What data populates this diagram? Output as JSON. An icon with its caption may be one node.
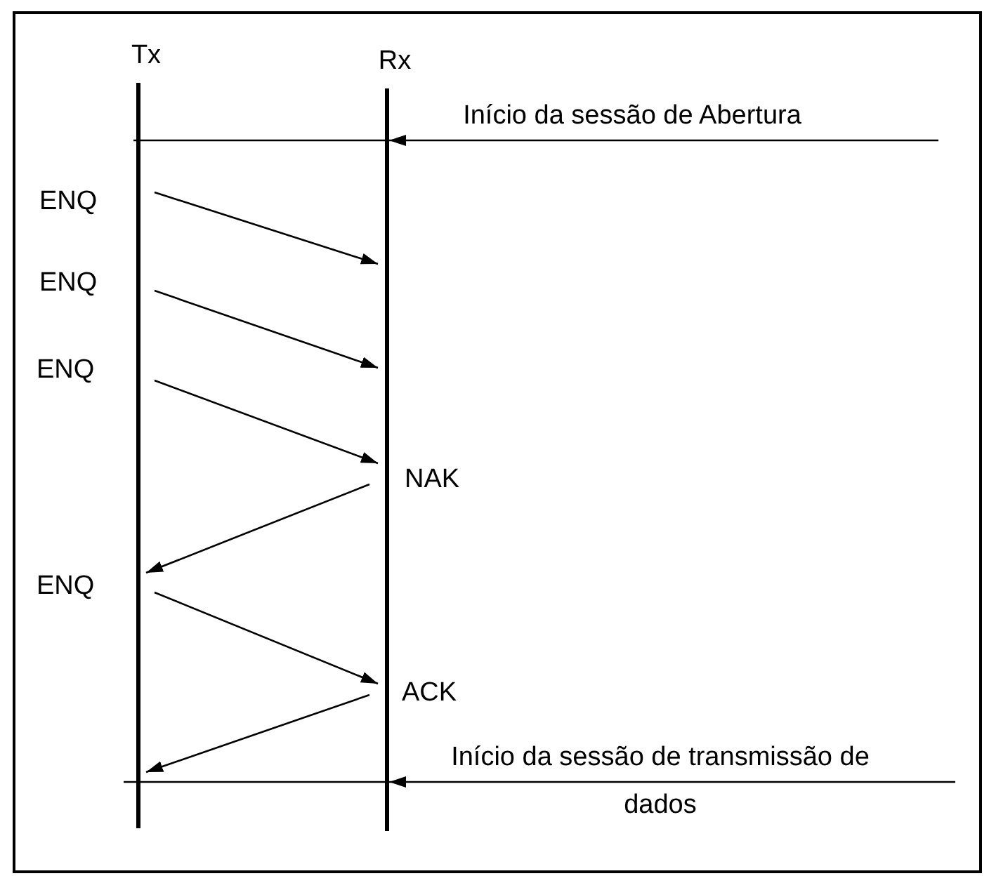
{
  "diagram": {
    "nodes": [
      {
        "text": [
          "Tx"
        ]
      },
      {
        "text": [
          "Rx"
        ]
      }
    ],
    "edges": [
      {
        "from": null,
        "to": 1,
        "arrow": "to",
        "label": "Início da sessão de Abertura"
      },
      {
        "from": 0,
        "to": 1,
        "arrow": "to"
      },
      {
        "from": 0,
        "to": 1,
        "arrow": "to"
      },
      {
        "from": 0,
        "to": 1,
        "arrow": "to"
      },
      {
        "from": 1,
        "to": 0,
        "arrow": "to"
      },
      {
        "from": 0,
        "to": 1,
        "arrow": "to"
      },
      {
        "from": 1,
        "to": 0,
        "arrow": "to"
      },
      {
        "from": null,
        "to": 1,
        "arrow": "to",
        "label": "Início da sessão de transmissão de dados"
      }
    ],
    "labels": [
      "ENQ",
      "ENQ",
      "ENQ",
      "NAK",
      "ENQ",
      "ACK"
    ]
  }
}
